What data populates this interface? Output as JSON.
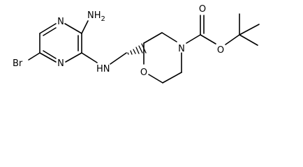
{
  "molecule": {
    "atom_labels": {
      "n_pyrazine_top": "N",
      "amino": "NH2",
      "n_pyrazine_bottom": "N",
      "bromo": "Br",
      "linker_nh": "HN",
      "ring_o": "O",
      "ring_n": "N",
      "carbonyl_o": "O",
      "ester_o": "O"
    },
    "colors": {
      "ink": "#000000",
      "background": "#ffffff"
    }
  }
}
